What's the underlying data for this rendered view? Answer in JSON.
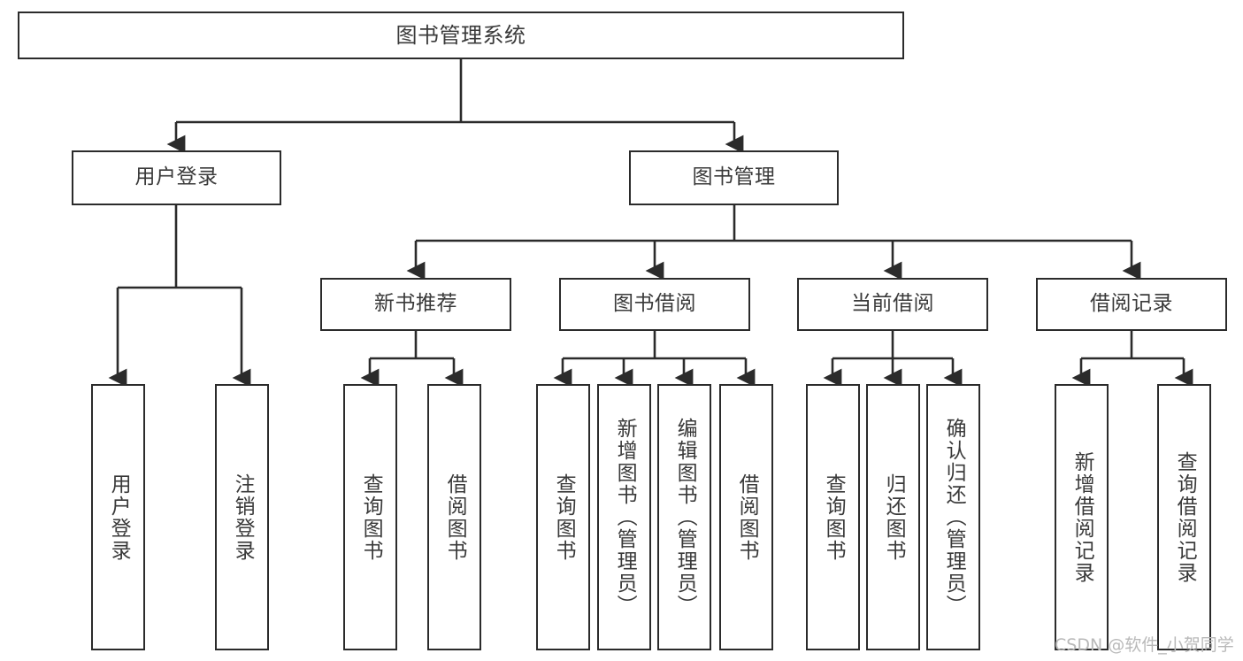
{
  "diagram": {
    "type": "tree-hierarchy-diagram",
    "title": "图书管理系统",
    "stroke_color": "#2b2b2b",
    "text_color": "#3a3a3a",
    "background_color": "#ffffff",
    "nodes": {
      "root": {
        "label": "图书管理系统"
      },
      "level2": [
        {
          "id": "user-login",
          "label": "用户登录"
        },
        {
          "id": "book-management",
          "label": "图书管理"
        }
      ],
      "level3": [
        {
          "id": "new-book-recommend",
          "label": "新书推荐"
        },
        {
          "id": "book-borrow",
          "label": "图书借阅"
        },
        {
          "id": "current-borrow",
          "label": "当前借阅"
        },
        {
          "id": "borrow-record",
          "label": "借阅记录"
        }
      ],
      "leaves": {
        "user_login": [
          {
            "id": "leaf-user-login",
            "label": "用户登录"
          },
          {
            "id": "leaf-logout",
            "label": "注销登录"
          }
        ],
        "new_book_recommend": [
          {
            "id": "leaf-query-book-1",
            "label": "查询图书"
          },
          {
            "id": "leaf-borrow-book-1",
            "label": "借阅图书"
          }
        ],
        "book_borrow": [
          {
            "id": "leaf-query-book-2",
            "label": "查询图书"
          },
          {
            "id": "leaf-add-book",
            "label": "新增图书（管理员）"
          },
          {
            "id": "leaf-edit-book",
            "label": "编辑图书（管理员）"
          },
          {
            "id": "leaf-borrow-book-2",
            "label": "借阅图书"
          }
        ],
        "current_borrow": [
          {
            "id": "leaf-query-book-3",
            "label": "查询图书"
          },
          {
            "id": "leaf-return-book",
            "label": "归还图书"
          },
          {
            "id": "leaf-confirm-return",
            "label": "确认归还（管理员）"
          }
        ],
        "borrow_record": [
          {
            "id": "leaf-add-record",
            "label": "新增借阅记录"
          },
          {
            "id": "leaf-query-record",
            "label": "查询借阅记录"
          }
        ]
      }
    },
    "watermark": "CSDN @软件_小贺同学"
  }
}
